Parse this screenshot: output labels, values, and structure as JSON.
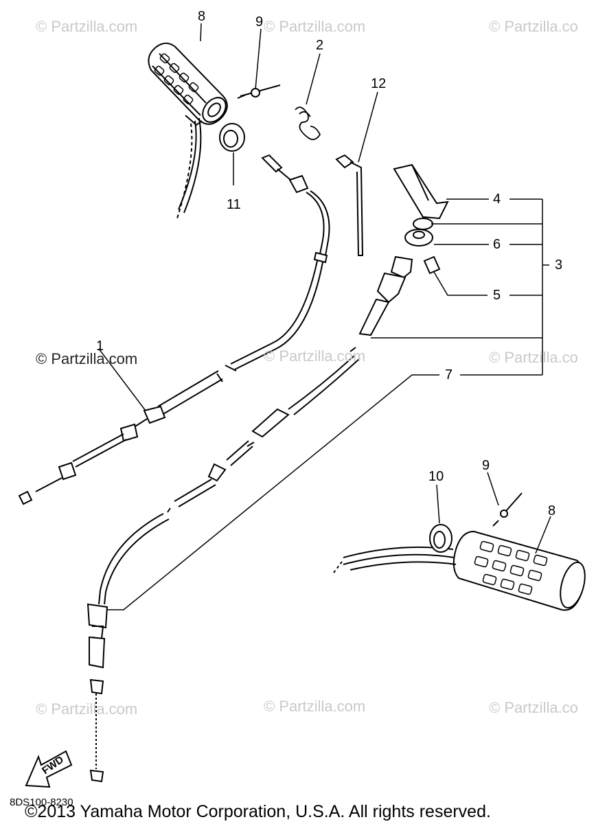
{
  "watermarks": {
    "tl": "© Partzilla.com",
    "tc": "© Partzilla.com",
    "tr": "© Partzilla.co",
    "ml": "© Partzilla.com",
    "mc": "© Partzilla.com",
    "mr": "© Partzilla.co",
    "bl": "© Partzilla.com",
    "bc": "© Partzilla.com",
    "br": "© Partzilla.co"
  },
  "callouts": {
    "c1": "1",
    "c2": "2",
    "c3": "3",
    "c4": "4",
    "c5": "5",
    "c6": "6",
    "c7": "7",
    "c8_top": "8",
    "c8_bottom": "8",
    "c9_top": "9",
    "c9_bottom": "9",
    "c10": "10",
    "c11": "11",
    "c12": "12"
  },
  "fwd_label": "FWD",
  "diagram_code": "8DS100-8230",
  "copyright": "©2013  Yamaha Motor Corporation, U.S.A. All rights reserved."
}
